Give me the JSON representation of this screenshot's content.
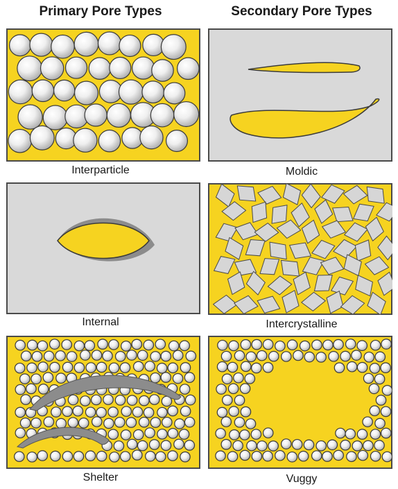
{
  "headers": {
    "primary": "Primary Pore Types",
    "secondary": "Secondary Pore Types"
  },
  "panels": {
    "interparticle": "Interparticle",
    "moldic": "Moldic",
    "internal": "Internal",
    "intercrystalline": "Intercrystalline",
    "shelter": "Shelter",
    "vuggy": "Vuggy"
  },
  "colors": {
    "pore": "#f6d320",
    "matrix": "#d9d9d9",
    "outline": "#4a4a4a",
    "shadow": "#8c8c8c"
  }
}
